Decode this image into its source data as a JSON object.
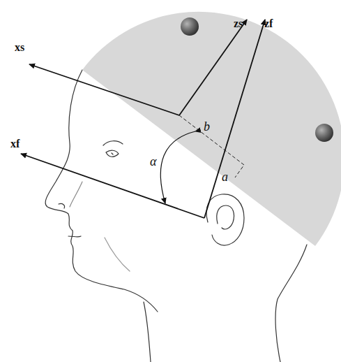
{
  "diagram": {
    "labels": [
      "xs",
      "zs",
      "zf",
      "xf",
      "α",
      "b",
      "a"
    ]
  }
}
